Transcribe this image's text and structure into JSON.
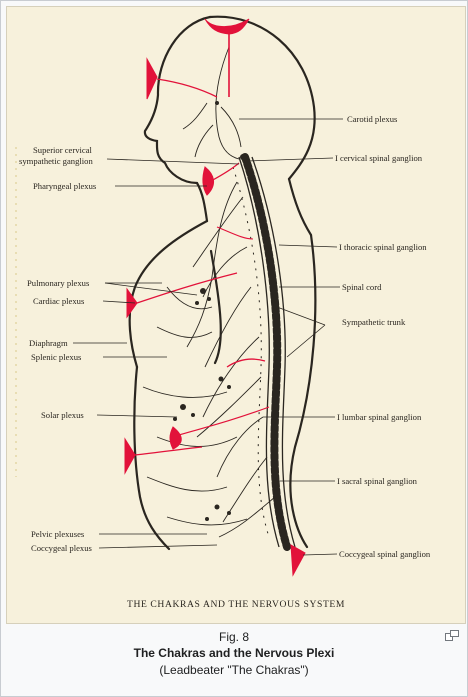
{
  "figure": {
    "title": "THE CHAKRAS AND THE NERVOUS SYSTEM",
    "labels_left": {
      "superior_cervical_1": "Superior cervical",
      "superior_cervical_2": "sympathetic ganglion",
      "pharyngeal": "Pharyngeal plexus",
      "pulmonary": "Pulmonary plexus",
      "cardiac": "Cardiac plexus",
      "diaphragm": "Diaphragm",
      "splenic": "Splenic plexus",
      "solar": "Solar plexus",
      "pelvic": "Pelvic plexuses",
      "coccygeal": "Coccygeal plexus"
    },
    "labels_right": {
      "carotid": "Carotid plexus",
      "cervical_ganglion": "I cervical spinal ganglion",
      "thoracic_ganglion": "I thoracic spinal ganglion",
      "spinal_cord": "Spinal cord",
      "sympathetic_trunk": "Sympathetic trunk",
      "lumbar_ganglion": "I lumbar spinal ganglion",
      "sacral_ganglion": "I sacral spinal ganglion",
      "coccygeal_ganglion": "Coccygeal spinal ganglion"
    }
  },
  "caption": {
    "fig_number": "Fig. 8",
    "title": "The Chakras and the Nervous Plexi",
    "source": "(Leadbeater \"The Chakras\")"
  },
  "colors": {
    "chakra": "#e2123a",
    "ink": "#2a2620",
    "paper": "#f7f1dc"
  },
  "icons": {
    "enlarge": "magnify-clip-icon"
  }
}
